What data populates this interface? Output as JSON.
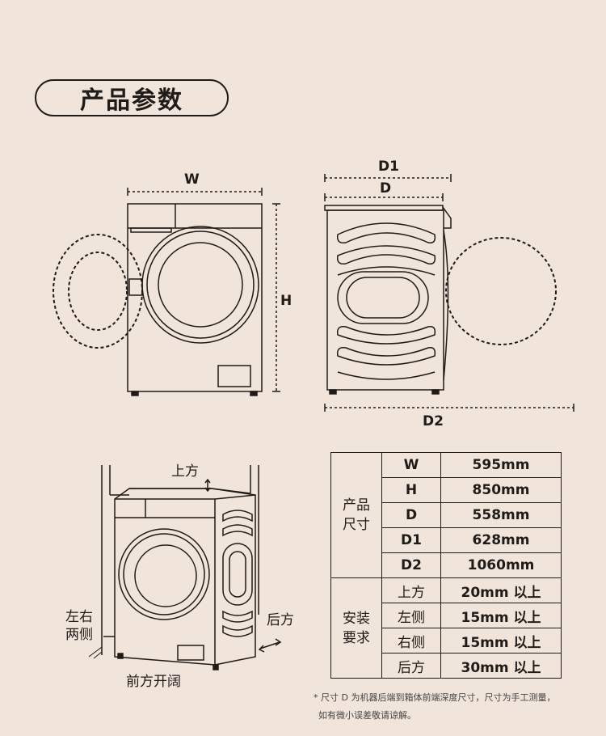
{
  "section_title": "产品参数",
  "dimension_labels": {
    "w": "W",
    "h": "H",
    "d1": "D1",
    "d": "D",
    "d2": "D2"
  },
  "install_labels": {
    "top": "上方",
    "sides_line1": "左右",
    "sides_line2": "两侧",
    "back": "后方",
    "front": "前方开阔"
  },
  "spec_table": {
    "size_group_line1": "产品",
    "size_group_line2": "尺寸",
    "install_group_line1": "安装",
    "install_group_line2": "要求",
    "size_rows": [
      {
        "key": "W",
        "value": "595mm"
      },
      {
        "key": "H",
        "value": "850mm"
      },
      {
        "key": "D",
        "value": "558mm"
      },
      {
        "key": "D1",
        "value": "628mm"
      },
      {
        "key": "D2",
        "value": "1060mm"
      }
    ],
    "install_rows": [
      {
        "key": "上方",
        "value": "20mm 以上"
      },
      {
        "key": "左侧",
        "value": "15mm 以上"
      },
      {
        "key": "右侧",
        "value": "15mm 以上"
      },
      {
        "key": "后方",
        "value": "30mm 以上"
      }
    ]
  },
  "footnote": {
    "line1": "* 尺寸 D 为机器后端到箱体前端深度尺寸，尺寸为手工测量，",
    "line2": "如有微小误差敬请谅解。"
  }
}
